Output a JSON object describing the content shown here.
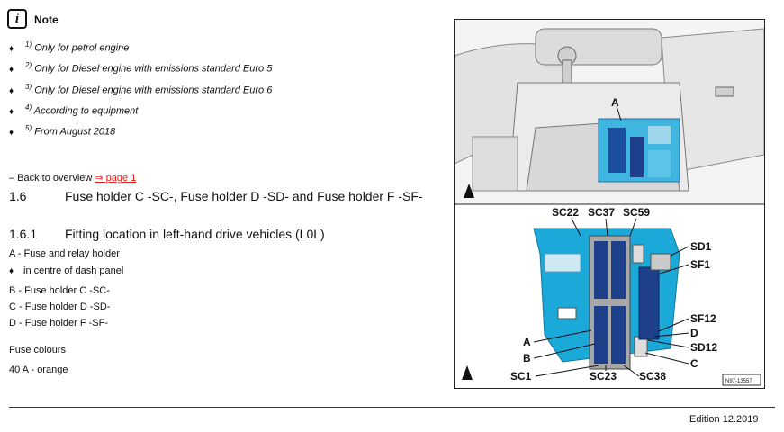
{
  "note": {
    "title": "Note",
    "items": [
      {
        "sup": "1)",
        "text": "Only for petrol engine"
      },
      {
        "sup": "2)",
        "text": "Only for Diesel engine with emissions standard Euro 5"
      },
      {
        "sup": "3)",
        "text": "Only for Diesel engine with emissions standard Euro 6"
      },
      {
        "sup": "4)",
        "text": "According to equipment"
      },
      {
        "sup": "5)",
        "text": "From August 2018"
      }
    ]
  },
  "back": {
    "prefix": "–  Back to overview",
    "link": "⇒ page 1"
  },
  "section": {
    "num": "1.6",
    "title": "Fuse holder C -SC-, Fuse holder D -SD- and Fuse holder F -SF-"
  },
  "subsection": {
    "num": "1.6.1",
    "title": "Fitting location in left-hand drive vehicles (L0L)"
  },
  "items": {
    "a": "A - Fuse and relay holder",
    "a_sub": "in centre of dash panel",
    "b": "B - Fuse holder C -SC-",
    "c": "C - Fuse holder D -SD-",
    "d": "D - Fuse holder F -SF-"
  },
  "fuse_colours": {
    "heading": "Fuse colours",
    "first": "40 A - orange"
  },
  "footer": {
    "edition": "Edition  12.2019"
  },
  "figure": {
    "top_label": "A",
    "labels": {
      "sc22": "SC22",
      "sc37": "SC37",
      "sc59": "SC59",
      "sd1": "SD1",
      "sf1": "SF1",
      "sf12": "SF12",
      "d": "D",
      "sd12": "SD12",
      "c": "C",
      "a": "A",
      "b": "B",
      "sc1": "SC1",
      "sc23": "SC23",
      "sc38": "SC38"
    },
    "ref": "N97-13557",
    "colors": {
      "fuse_blue": "#1aa9d8",
      "dark_blue": "#1e3f8a",
      "grey": "#a8a8a8"
    }
  }
}
